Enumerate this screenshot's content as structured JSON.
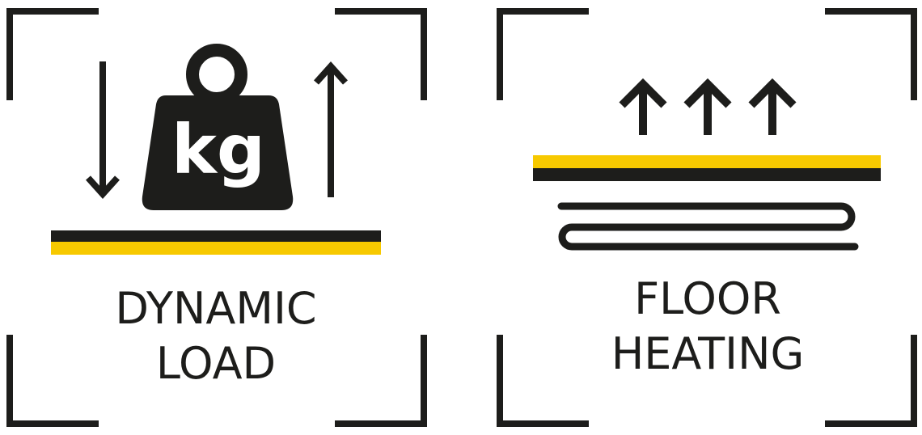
{
  "colors": {
    "ink": "#1d1d1b",
    "accent_yellow": "#f7c900",
    "background": "#ffffff"
  },
  "panels": [
    {
      "icon": "weight-kg-icon",
      "weight_label": "kg",
      "caption_line1": "DYNAMIC",
      "caption_line2": "LOAD"
    },
    {
      "icon": "floor-heating-icon",
      "caption_line1": "FLOOR",
      "caption_line2": "HEATING"
    }
  ]
}
